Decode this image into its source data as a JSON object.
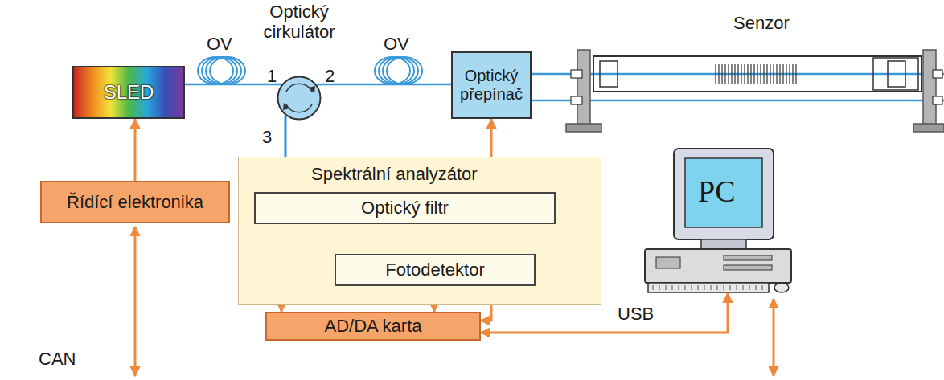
{
  "diagram": {
    "nodes": [
      {
        "text": [
          "SLED"
        ]
      },
      {
        "text": [
          "Optický cirkulátor"
        ]
      },
      {
        "text": [
          "Optický přepínač"
        ]
      },
      {
        "text": [
          "Senzor"
        ]
      },
      {
        "text": [
          "Řídící elektronika"
        ]
      },
      {
        "text": [
          "Spektrální analyzátor"
        ]
      },
      {
        "text": [
          "Optický filtr"
        ],
        "in": 5
      },
      {
        "text": [
          "Fotodetektor"
        ],
        "in": 5
      },
      {
        "text": [
          "AD/DA karta"
        ]
      },
      {
        "text": [
          "PC"
        ]
      }
    ],
    "edges": [
      {
        "from": 0,
        "to": 1,
        "arrow": "none"
      },
      {
        "from": 1,
        "to": 2,
        "arrow": "none"
      },
      {
        "from": 1,
        "to": 6,
        "arrow": "to"
      },
      {
        "from": 2,
        "to": 3,
        "arrow": "none"
      },
      {
        "from": 2,
        "to": 3,
        "arrow": "none"
      },
      {
        "from": 6,
        "to": 7,
        "arrow": "to"
      },
      {
        "from": 4,
        "to": 0,
        "arrow": "to"
      },
      {
        "from": 6,
        "to": 8,
        "arrow": "both"
      },
      {
        "from": 7,
        "to": 8,
        "arrow": "to"
      },
      {
        "from": 8,
        "to": 2,
        "arrow": "both"
      },
      {
        "from": 8,
        "to": 9,
        "arrow": "both"
      }
    ],
    "labels": [
      "OV",
      "OV",
      "1",
      "2",
      "3",
      "USB",
      "CAN"
    ]
  }
}
